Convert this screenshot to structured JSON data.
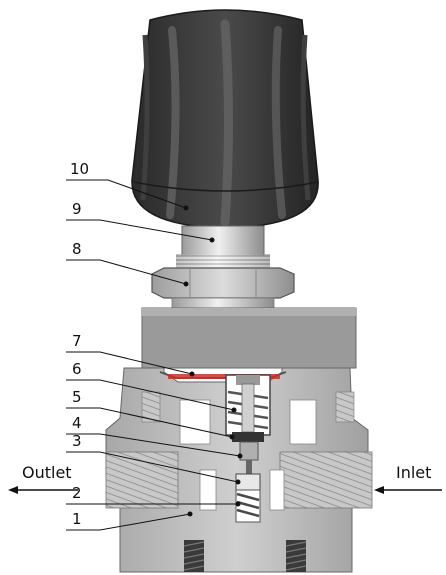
{
  "callouts": [
    {
      "number": "10",
      "part_name": "knob-cap"
    },
    {
      "number": "9",
      "part_name": "threaded-stem"
    },
    {
      "number": "8",
      "part_name": "panel-nut"
    },
    {
      "number": "7",
      "part_name": "diaphragm"
    },
    {
      "number": "6",
      "part_name": "loading-spring"
    },
    {
      "number": "5",
      "part_name": "seat-retainer"
    },
    {
      "number": "4",
      "part_name": "valve-seat"
    },
    {
      "number": "3",
      "part_name": "poppet"
    },
    {
      "number": "2",
      "part_name": "poppet-spring"
    },
    {
      "number": "1",
      "part_name": "body"
    }
  ],
  "flow": {
    "outlet_label": "Outlet",
    "inlet_label": "Inlet"
  },
  "colors": {
    "knob": "#3a3a3a",
    "knob_highlight": "#5a5a5a",
    "metal_light": "#d6d6d6",
    "metal_mid": "#b8b8b8",
    "metal_dark": "#8a8a8a",
    "spring": "#c9c9c9",
    "cavity": "#ffffff",
    "accent_red": "#c9302c"
  }
}
